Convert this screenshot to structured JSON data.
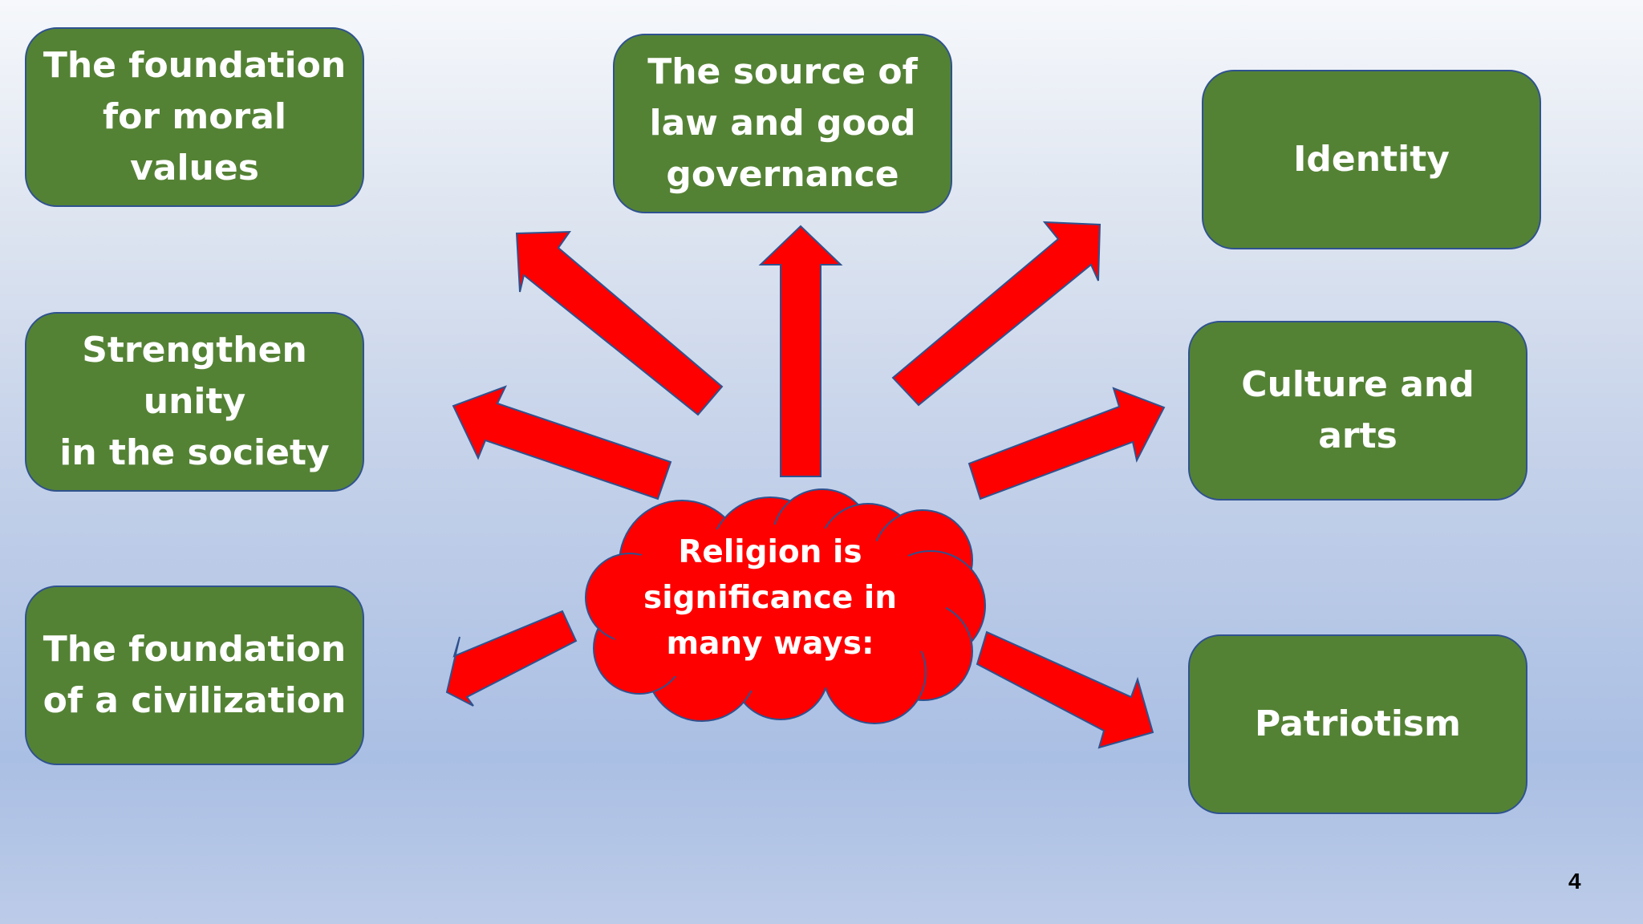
{
  "diagram": {
    "center": {
      "text": "Religion is significance in many ways:",
      "lines": [
        "Religion is",
        "significance in",
        "many ways:"
      ]
    },
    "nodes": [
      {
        "id": "moral",
        "lines": [
          "The foundation",
          "for moral values"
        ]
      },
      {
        "id": "law",
        "lines": [
          "The source of",
          "law and good",
          "governance"
        ]
      },
      {
        "id": "identity",
        "lines": [
          "Identity"
        ]
      },
      {
        "id": "unity",
        "lines": [
          "Strengthen unity",
          "in the society"
        ]
      },
      {
        "id": "culture",
        "lines": [
          "Culture and arts"
        ]
      },
      {
        "id": "civilization",
        "lines": [
          "The foundation",
          "of a civilization"
        ]
      },
      {
        "id": "patriotism",
        "lines": [
          "Patriotism"
        ]
      }
    ],
    "colors": {
      "node_fill": "#548235",
      "node_border": "#2f528f",
      "arrow_fill": "#ff0000",
      "cloud_fill": "#ff0000",
      "text": "#ffffff"
    }
  },
  "page_number": "4"
}
